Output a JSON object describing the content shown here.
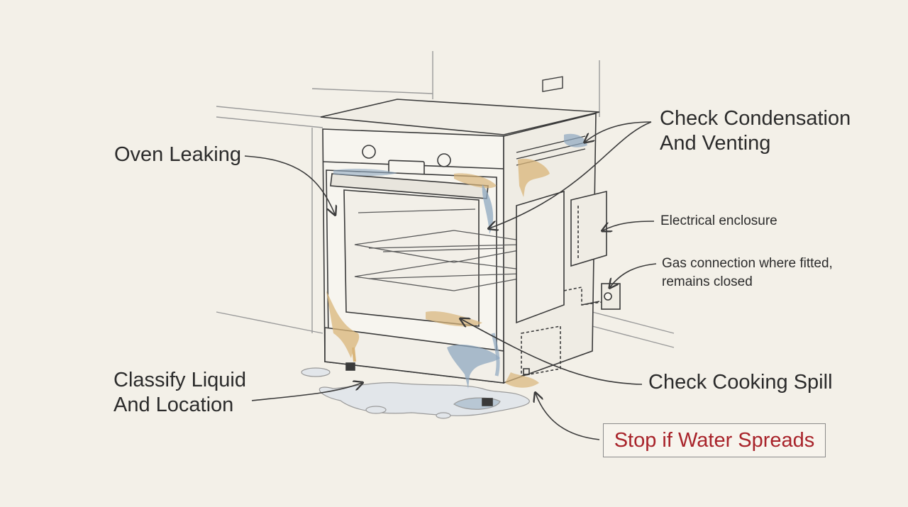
{
  "labels": {
    "oven_leaking": "Oven Leaking",
    "condensation_line1": "Check Condensation",
    "condensation_line2": "And Venting",
    "electrical_enclosure": "Electrical enclosure",
    "gas_line1": "Gas connection where fitted,",
    "gas_line2": "remains closed",
    "classify_line1": "Classify Liquid",
    "classify_line2": "And Location",
    "cooking_spill": "Check Cooking Spill",
    "stop_water": "Stop if Water Spreads"
  },
  "colors": {
    "background": "#f3f0e8",
    "ink": "#3a3a3a",
    "water_stain": "#8fa8c0",
    "grease_stain": "#d9b57a",
    "warning": "#a8232a"
  }
}
